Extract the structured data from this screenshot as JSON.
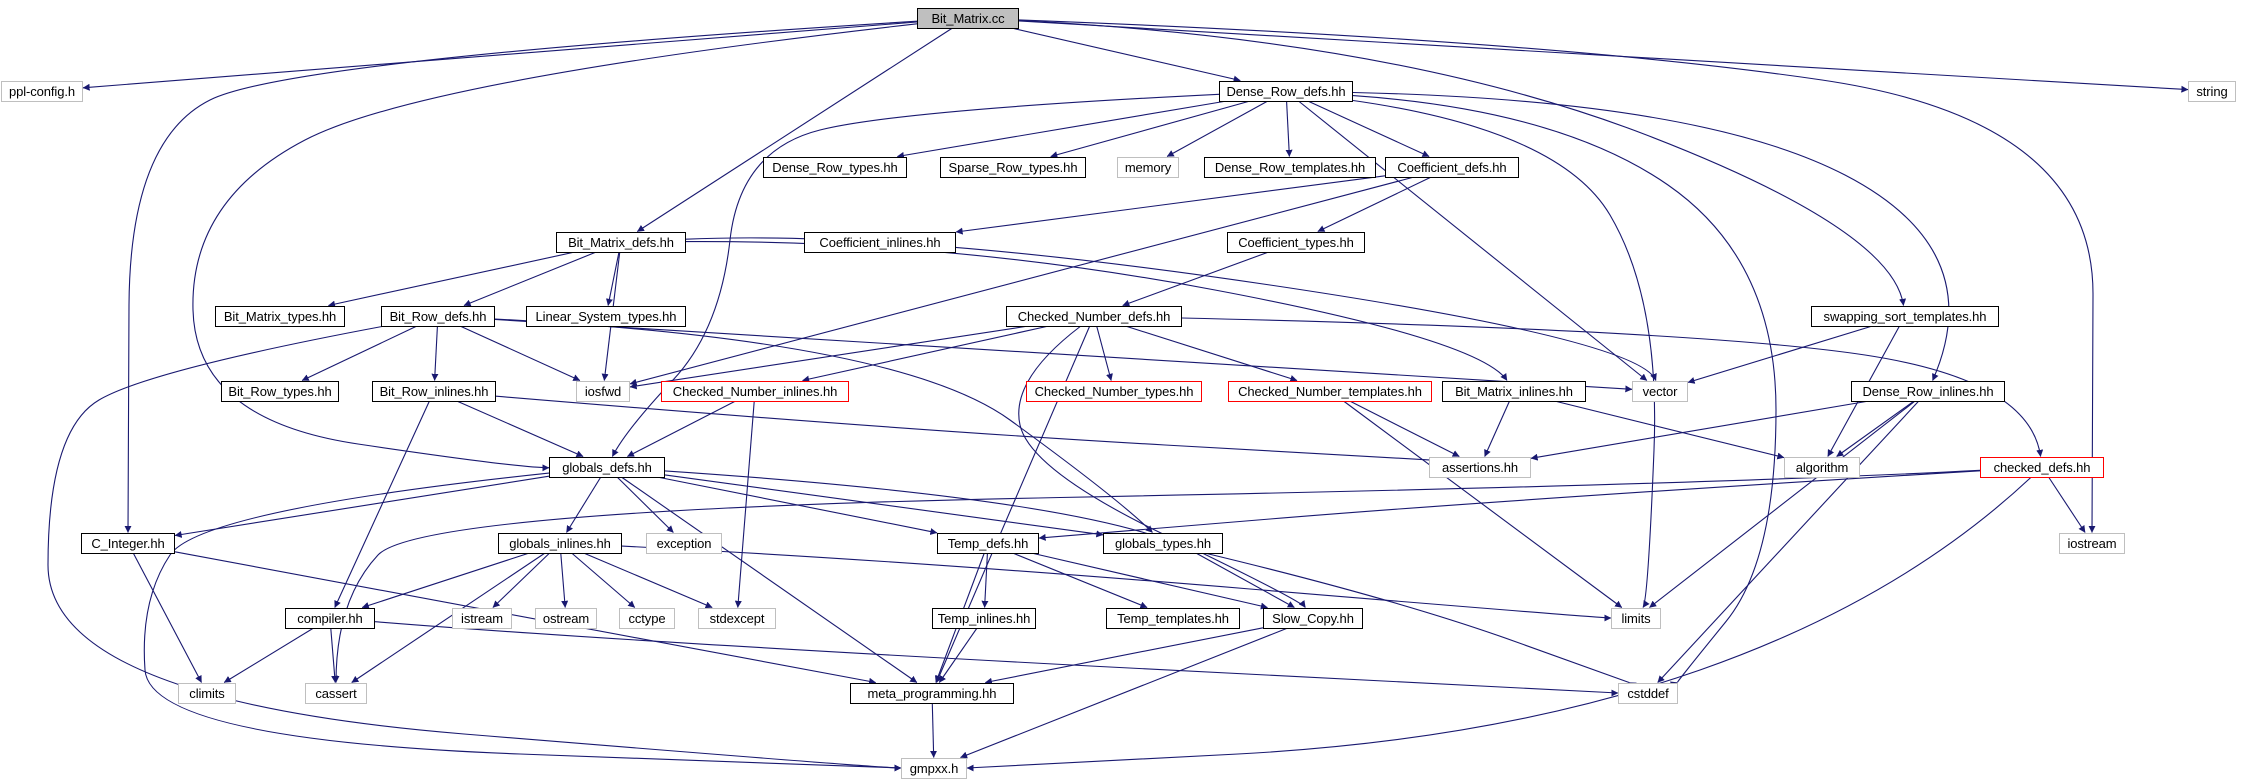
{
  "diagram": {
    "edge_color": "#191970",
    "nodes": [
      {
        "id": "Bit_Matrix_cc",
        "label": "Bit_Matrix.cc",
        "kind": "root"
      },
      {
        "id": "ppl_config",
        "label": "ppl-config.h",
        "kind": "sys"
      },
      {
        "id": "string",
        "label": "string",
        "kind": "sys"
      },
      {
        "id": "Dense_Row_defs",
        "label": "Dense_Row_defs.hh",
        "kind": "doc"
      },
      {
        "id": "Dense_Row_types",
        "label": "Dense_Row_types.hh",
        "kind": "doc"
      },
      {
        "id": "Sparse_Row_types",
        "label": "Sparse_Row_types.hh",
        "kind": "doc"
      },
      {
        "id": "memory",
        "label": "memory",
        "kind": "sys"
      },
      {
        "id": "Dense_Row_templates",
        "label": "Dense_Row_templates.hh",
        "kind": "doc"
      },
      {
        "id": "Coefficient_defs",
        "label": "Coefficient_defs.hh",
        "kind": "doc"
      },
      {
        "id": "Coefficient_inlines",
        "label": "Coefficient_inlines.hh",
        "kind": "doc"
      },
      {
        "id": "Coefficient_types",
        "label": "Coefficient_types.hh",
        "kind": "doc"
      },
      {
        "id": "Bit_Matrix_defs",
        "label": "Bit_Matrix_defs.hh",
        "kind": "doc"
      },
      {
        "id": "Bit_Matrix_types",
        "label": "Bit_Matrix_types.hh",
        "kind": "doc"
      },
      {
        "id": "Bit_Row_defs",
        "label": "Bit_Row_defs.hh",
        "kind": "doc"
      },
      {
        "id": "Linear_System_types",
        "label": "Linear_System_types.hh",
        "kind": "doc"
      },
      {
        "id": "Checked_Number_defs",
        "label": "Checked_Number_defs.hh",
        "kind": "doc"
      },
      {
        "id": "swapping_sort_templates",
        "label": "swapping_sort_templates.hh",
        "kind": "doc"
      },
      {
        "id": "Bit_Row_types",
        "label": "Bit_Row_types.hh",
        "kind": "doc"
      },
      {
        "id": "Bit_Row_inlines",
        "label": "Bit_Row_inlines.hh",
        "kind": "doc"
      },
      {
        "id": "iosfwd",
        "label": "iosfwd",
        "kind": "sys"
      },
      {
        "id": "Checked_Number_inlines",
        "label": "Checked_Number_inlines.hh",
        "kind": "red"
      },
      {
        "id": "Checked_Number_types",
        "label": "Checked_Number_types.hh",
        "kind": "red"
      },
      {
        "id": "Checked_Number_templates",
        "label": "Checked_Number_templates.hh",
        "kind": "red"
      },
      {
        "id": "Bit_Matrix_inlines",
        "label": "Bit_Matrix_inlines.hh",
        "kind": "doc"
      },
      {
        "id": "vector",
        "label": "vector",
        "kind": "sys"
      },
      {
        "id": "Dense_Row_inlines",
        "label": "Dense_Row_inlines.hh",
        "kind": "doc"
      },
      {
        "id": "globals_defs",
        "label": "globals_defs.hh",
        "kind": "doc"
      },
      {
        "id": "assertions",
        "label": "assertions.hh",
        "kind": "sys"
      },
      {
        "id": "algorithm",
        "label": "algorithm",
        "kind": "sys"
      },
      {
        "id": "checked_defs",
        "label": "checked_defs.hh",
        "kind": "red"
      },
      {
        "id": "C_Integer",
        "label": "C_Integer.hh",
        "kind": "doc"
      },
      {
        "id": "globals_inlines",
        "label": "globals_inlines.hh",
        "kind": "doc"
      },
      {
        "id": "exception",
        "label": "exception",
        "kind": "sys"
      },
      {
        "id": "Temp_defs",
        "label": "Temp_defs.hh",
        "kind": "doc"
      },
      {
        "id": "globals_types",
        "label": "globals_types.hh",
        "kind": "doc"
      },
      {
        "id": "iostream",
        "label": "iostream",
        "kind": "sys"
      },
      {
        "id": "compiler",
        "label": "compiler.hh",
        "kind": "doc"
      },
      {
        "id": "istream",
        "label": "istream",
        "kind": "sys"
      },
      {
        "id": "ostream",
        "label": "ostream",
        "kind": "sys"
      },
      {
        "id": "cctype",
        "label": "cctype",
        "kind": "sys"
      },
      {
        "id": "stdexcept",
        "label": "stdexcept",
        "kind": "sys"
      },
      {
        "id": "Temp_inlines",
        "label": "Temp_inlines.hh",
        "kind": "doc"
      },
      {
        "id": "Temp_templates",
        "label": "Temp_templates.hh",
        "kind": "doc"
      },
      {
        "id": "Slow_Copy",
        "label": "Slow_Copy.hh",
        "kind": "doc"
      },
      {
        "id": "limits",
        "label": "limits",
        "kind": "sys"
      },
      {
        "id": "climits",
        "label": "climits",
        "kind": "sys"
      },
      {
        "id": "cassert",
        "label": "cassert",
        "kind": "sys"
      },
      {
        "id": "meta_programming",
        "label": "meta_programming.hh",
        "kind": "doc"
      },
      {
        "id": "cstddef",
        "label": "cstddef",
        "kind": "sys"
      },
      {
        "id": "gmpxx",
        "label": "gmpxx.h",
        "kind": "sys"
      }
    ],
    "edges": [
      [
        "Bit_Matrix_cc",
        "ppl_config"
      ],
      [
        "Bit_Matrix_cc",
        "string"
      ],
      [
        "Bit_Matrix_cc",
        "Dense_Row_defs"
      ],
      [
        "Bit_Matrix_cc",
        "Bit_Matrix_defs"
      ],
      [
        "Bit_Matrix_cc",
        "C_Integer"
      ],
      [
        "Bit_Matrix_cc",
        "globals_defs"
      ],
      [
        "Bit_Matrix_cc",
        "swapping_sort_templates"
      ],
      [
        "Bit_Matrix_cc",
        "iostream"
      ],
      [
        "Dense_Row_defs",
        "Dense_Row_types"
      ],
      [
        "Dense_Row_defs",
        "Sparse_Row_types"
      ],
      [
        "Dense_Row_defs",
        "memory"
      ],
      [
        "Dense_Row_defs",
        "Dense_Row_templates"
      ],
      [
        "Dense_Row_defs",
        "Coefficient_defs"
      ],
      [
        "Dense_Row_defs",
        "vector"
      ],
      [
        "Dense_Row_defs",
        "limits"
      ],
      [
        "Dense_Row_defs",
        "cstddef"
      ],
      [
        "Dense_Row_defs",
        "Dense_Row_inlines"
      ],
      [
        "Dense_Row_defs",
        "globals_defs"
      ],
      [
        "Coefficient_defs",
        "Coefficient_inlines"
      ],
      [
        "Coefficient_defs",
        "Coefficient_types"
      ],
      [
        "Coefficient_defs",
        "iosfwd"
      ],
      [
        "Coefficient_types",
        "Checked_Number_defs"
      ],
      [
        "Bit_Matrix_defs",
        "Bit_Matrix_types"
      ],
      [
        "Bit_Matrix_defs",
        "Bit_Row_defs"
      ],
      [
        "Bit_Matrix_defs",
        "Linear_System_types"
      ],
      [
        "Bit_Matrix_defs",
        "iosfwd"
      ],
      [
        "Bit_Matrix_defs",
        "vector"
      ],
      [
        "Bit_Matrix_defs",
        "Bit_Matrix_inlines"
      ],
      [
        "Bit_Row_defs",
        "Bit_Row_types"
      ],
      [
        "Bit_Row_defs",
        "Bit_Row_inlines"
      ],
      [
        "Bit_Row_defs",
        "iosfwd"
      ],
      [
        "Bit_Row_defs",
        "vector"
      ],
      [
        "Bit_Row_defs",
        "globals_types"
      ],
      [
        "Bit_Row_defs",
        "gmpxx"
      ],
      [
        "Bit_Row_inlines",
        "globals_defs"
      ],
      [
        "Bit_Row_inlines",
        "compiler"
      ],
      [
        "Bit_Row_inlines",
        "assertions"
      ],
      [
        "Checked_Number_defs",
        "iosfwd"
      ],
      [
        "Checked_Number_defs",
        "Checked_Number_inlines"
      ],
      [
        "Checked_Number_defs",
        "Checked_Number_types"
      ],
      [
        "Checked_Number_defs",
        "Checked_Number_templates"
      ],
      [
        "Checked_Number_defs",
        "checked_defs"
      ],
      [
        "Checked_Number_defs",
        "Slow_Copy"
      ],
      [
        "Checked_Number_defs",
        "meta_programming"
      ],
      [
        "Checked_Number_inlines",
        "globals_defs"
      ],
      [
        "Checked_Number_inlines",
        "stdexcept"
      ],
      [
        "Checked_Number_templates",
        "assertions"
      ],
      [
        "Checked_Number_templates",
        "limits"
      ],
      [
        "Bit_Matrix_inlines",
        "assertions"
      ],
      [
        "Bit_Matrix_inlines",
        "algorithm"
      ],
      [
        "swapping_sort_templates",
        "vector"
      ],
      [
        "swapping_sort_templates",
        "algorithm"
      ],
      [
        "Dense_Row_inlines",
        "assertions"
      ],
      [
        "Dense_Row_inlines",
        "algorithm"
      ],
      [
        "Dense_Row_inlines",
        "limits"
      ],
      [
        "Dense_Row_inlines",
        "cstddef"
      ],
      [
        "checked_defs",
        "Temp_defs"
      ],
      [
        "checked_defs",
        "iostream"
      ],
      [
        "checked_defs",
        "cassert"
      ],
      [
        "checked_defs",
        "gmpxx"
      ],
      [
        "globals_defs",
        "C_Integer"
      ],
      [
        "globals_defs",
        "globals_inlines"
      ],
      [
        "globals_defs",
        "exception"
      ],
      [
        "globals_defs",
        "Temp_defs"
      ],
      [
        "globals_defs",
        "globals_types"
      ],
      [
        "globals_defs",
        "Slow_Copy"
      ],
      [
        "globals_defs",
        "meta_programming"
      ],
      [
        "globals_defs",
        "gmpxx"
      ],
      [
        "C_Integer",
        "climits"
      ],
      [
        "C_Integer",
        "meta_programming"
      ],
      [
        "globals_inlines",
        "compiler"
      ],
      [
        "globals_inlines",
        "istream"
      ],
      [
        "globals_inlines",
        "ostream"
      ],
      [
        "globals_inlines",
        "cctype"
      ],
      [
        "globals_inlines",
        "stdexcept"
      ],
      [
        "globals_inlines",
        "cassert"
      ],
      [
        "globals_inlines",
        "limits"
      ],
      [
        "Temp_defs",
        "Temp_inlines"
      ],
      [
        "Temp_defs",
        "Temp_templates"
      ],
      [
        "Temp_defs",
        "Slow_Copy"
      ],
      [
        "Temp_defs",
        "meta_programming"
      ],
      [
        "Temp_inlines",
        "meta_programming"
      ],
      [
        "globals_types",
        "cstddef"
      ],
      [
        "compiler",
        "climits"
      ],
      [
        "compiler",
        "cassert"
      ],
      [
        "compiler",
        "cstddef"
      ],
      [
        "Slow_Copy",
        "meta_programming"
      ],
      [
        "Slow_Copy",
        "gmpxx"
      ],
      [
        "meta_programming",
        "gmpxx"
      ]
    ]
  }
}
